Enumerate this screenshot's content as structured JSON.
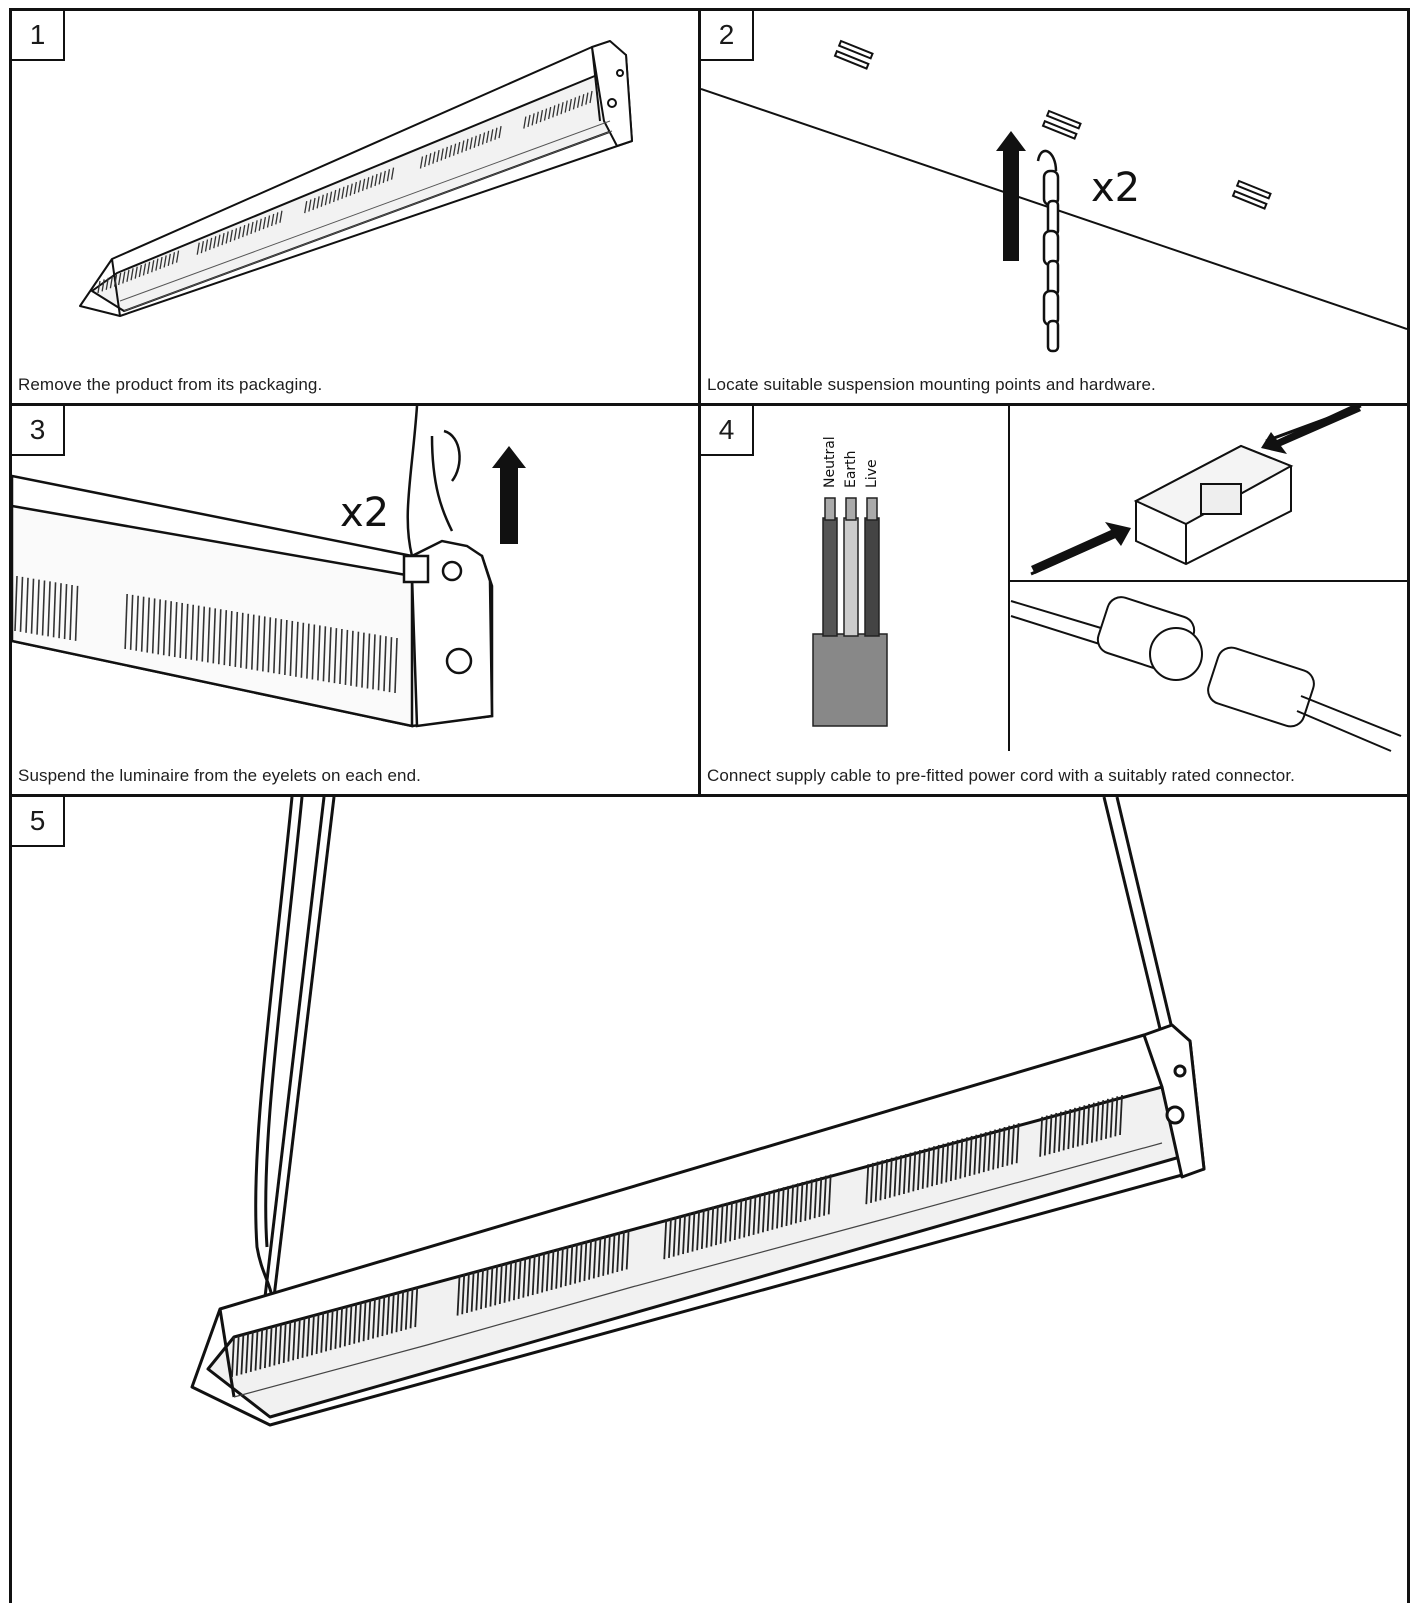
{
  "panels": [
    {
      "number": "1",
      "caption": "Remove the product from its packaging."
    },
    {
      "number": "2",
      "caption": "Locate suitable suspension mounting points and hardware.",
      "multiplier": "x2"
    },
    {
      "number": "3",
      "caption": "Suspend the luminaire from the eyelets on each end.",
      "multiplier": "x2"
    },
    {
      "number": "4",
      "caption": "Connect supply cable to pre-fitted power cord with a suitably rated connector.",
      "wires": [
        "Neutral",
        "Earth",
        "Live"
      ]
    },
    {
      "number": "5",
      "caption": ""
    }
  ]
}
